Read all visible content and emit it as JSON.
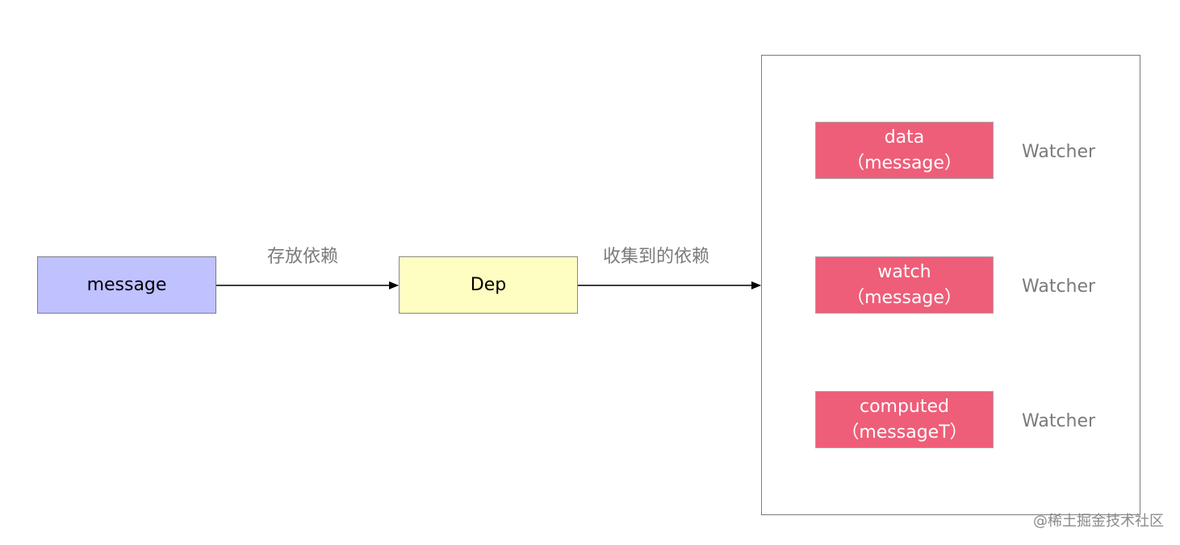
{
  "nodes": {
    "message": {
      "label": "message"
    },
    "dep": {
      "label": "Dep"
    }
  },
  "edges": {
    "store": {
      "label": "存放依赖"
    },
    "collected": {
      "label": "收集到的依赖"
    }
  },
  "watchers": [
    {
      "line1": "data",
      "line2": "（message）",
      "tag": "Watcher"
    },
    {
      "line1": "watch",
      "line2": "（message）",
      "tag": "Watcher"
    },
    {
      "line1": "computed",
      "line2": "（messageT）",
      "tag": "Watcher"
    }
  ],
  "watermark": "@稀土掘金技术社区",
  "colors": {
    "message_fill": "#c0c1ff",
    "dep_fill": "#fefec2",
    "watcher_fill": "#ee5e79"
  }
}
